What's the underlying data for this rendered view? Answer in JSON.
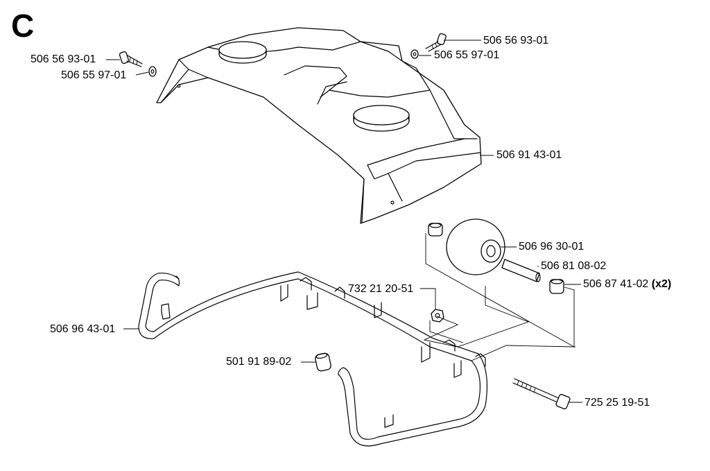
{
  "section": "C",
  "parts": [
    {
      "id": "bolt-top-left",
      "number": "506 56 93-01"
    },
    {
      "id": "washer-top-left",
      "number": "506 55 97-01"
    },
    {
      "id": "bolt-top-right",
      "number": "506 56 93-01"
    },
    {
      "id": "washer-top-right",
      "number": "506 55 97-01"
    },
    {
      "id": "body-cover",
      "number": "506 91 43-01"
    },
    {
      "id": "wheel",
      "number": "506 96 30-01"
    },
    {
      "id": "axle",
      "number": "506 81 08-02"
    },
    {
      "id": "bushing",
      "number": "506 87 41-02",
      "qty": "(x2)"
    },
    {
      "id": "nut",
      "number": "732 21 20-51"
    },
    {
      "id": "bumper-frame",
      "number": "506 96 43-01"
    },
    {
      "id": "rubber-stop",
      "number": "501 91 89-02"
    },
    {
      "id": "long-bolt",
      "number": "725 25 19-51"
    }
  ]
}
